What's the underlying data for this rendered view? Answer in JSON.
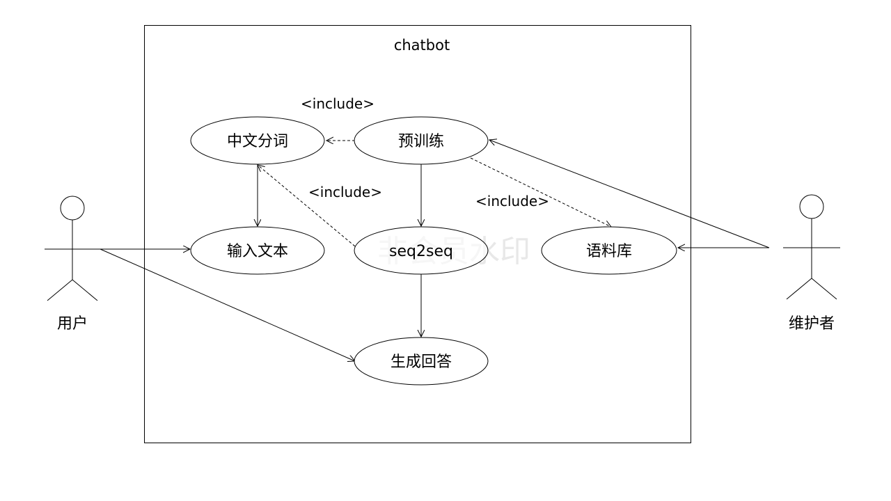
{
  "system": {
    "title": "chatbot"
  },
  "actors": {
    "user": {
      "label": "用户"
    },
    "maintainer": {
      "label": "维护者"
    }
  },
  "use_cases": {
    "segmentation": "中文分词",
    "pretrain": "预训练",
    "input_text": "输入文本",
    "seq2seq": "seq2seq",
    "corpus": "语料库",
    "generate_answer": "生成回答"
  },
  "relations": {
    "include_1": "<include>",
    "include_2": "<include>",
    "include_3": "<include>"
  },
  "watermark": "非会员水印",
  "colors": {
    "line": "#000000",
    "background": "#ffffff",
    "watermark": "#d6d6d6"
  }
}
